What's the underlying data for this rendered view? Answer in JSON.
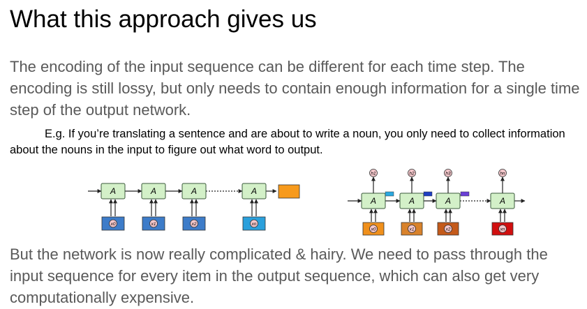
{
  "slide": {
    "title": "What this approach gives us",
    "paragraph1": "The encoding of the input sequence can be different for each time step. The encoding is still lossy, but only needs to contain enough information for a single time step of the output network.",
    "example": "E.g. If you’re translating a sentence and are about to write a noun, you only need to collect information about the nouns in the input to figure out what word to output.",
    "paragraph3": "But the network is now really complicated & hairy. We need to pass through the input sequence for every item in the output sequence, which can also get very computationally expensive."
  },
  "diagram": {
    "cell_label": "A",
    "left": {
      "inputs": [
        "x0",
        "x1",
        "x2",
        "xn"
      ],
      "input_color": "#3d7cc9",
      "last_input_color": "#2aa0dc",
      "output_color": "#f79a1c"
    },
    "right": {
      "outputs": [
        "h1",
        "h2",
        "h3",
        "hn"
      ],
      "inputs": [
        "x0",
        "x1",
        "x2",
        "xn"
      ],
      "input_colors": [
        "#f0901c",
        "#d9822b",
        "#c45a1a",
        "#d10f0f"
      ],
      "context_colors": [
        "#2aa8e0",
        "#1f3fc2",
        "#6a3fd6"
      ]
    },
    "colors": {
      "cell_fill": "#d3f0c8",
      "cell_stroke": "#3b5a3b",
      "token_fill": "#f4c7cb"
    }
  }
}
